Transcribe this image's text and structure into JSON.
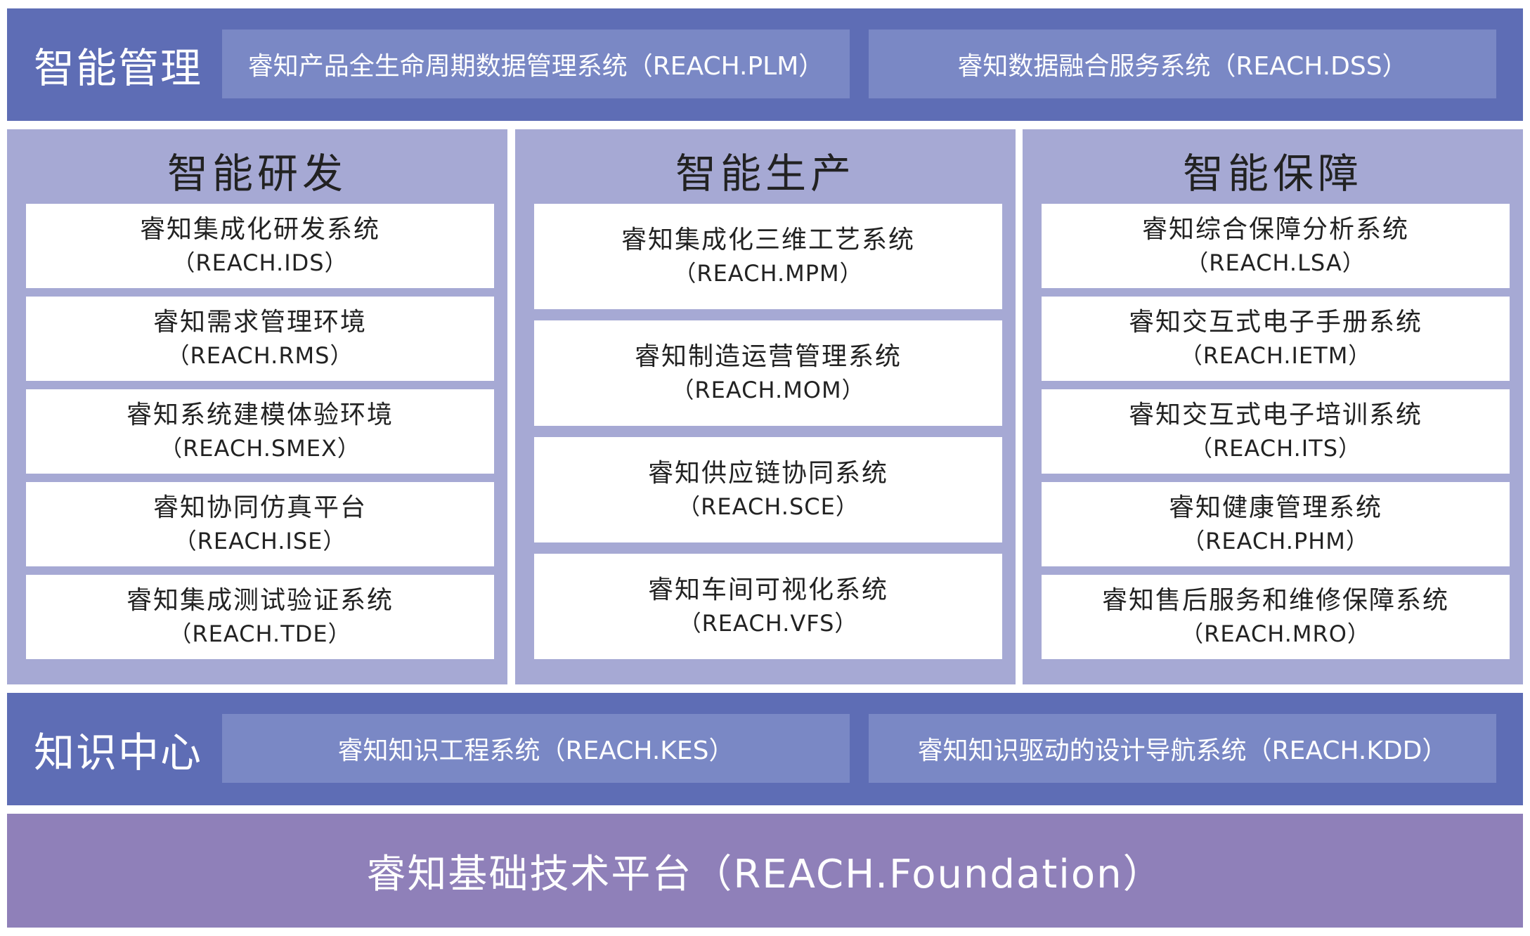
{
  "top_band": {
    "label": "智能管理",
    "boxes": [
      "睿知产品全生命周期数据管理系统（REACH.PLM）",
      "睿知数据融合服务系统（REACH.DSS）"
    ]
  },
  "columns": [
    {
      "title": "智能研发",
      "items": [
        {
          "name": "睿知集成化研发系统",
          "code": "（REACH.IDS）"
        },
        {
          "name": "睿知需求管理环境",
          "code": "（REACH.RMS）"
        },
        {
          "name": "睿知系统建模体验环境",
          "code": "（REACH.SMEX）"
        },
        {
          "name": "睿知协同仿真平台",
          "code": "（REACH.ISE）"
        },
        {
          "name": "睿知集成测试验证系统",
          "code": "（REACH.TDE）"
        }
      ]
    },
    {
      "title": "智能生产",
      "items": [
        {
          "name": "睿知集成化三维工艺系统",
          "code": "（REACH.MPM）"
        },
        {
          "name": "睿知制造运营管理系统",
          "code": "（REACH.MOM）"
        },
        {
          "name": "睿知供应链协同系统",
          "code": "（REACH.SCE）"
        },
        {
          "name": "睿知车间可视化系统",
          "code": "（REACH.VFS）"
        }
      ]
    },
    {
      "title": "智能保障",
      "items": [
        {
          "name": "睿知综合保障分析系统",
          "code": "（REACH.LSA）"
        },
        {
          "name": "睿知交互式电子手册系统",
          "code": "（REACH.IETM）"
        },
        {
          "name": "睿知交互式电子培训系统",
          "code": "（REACH.ITS）"
        },
        {
          "name": "睿知健康管理系统",
          "code": "（REACH.PHM）"
        },
        {
          "name": "睿知售后服务和维修保障系统",
          "code": "（REACH.MRO）"
        }
      ]
    }
  ],
  "knowledge_band": {
    "label": "知识中心",
    "boxes": [
      "睿知知识工程系统（REACH.KES）",
      "睿知知识驱动的设计导航系统（REACH.KDD）"
    ]
  },
  "foundation": {
    "label": "睿知基础技术平台（REACH.Foundation）"
  },
  "colors": {
    "band": "#5e6db5",
    "band_box": "#7a88c5",
    "column": "#a6a9d4",
    "foundation": "#8f80b9"
  }
}
